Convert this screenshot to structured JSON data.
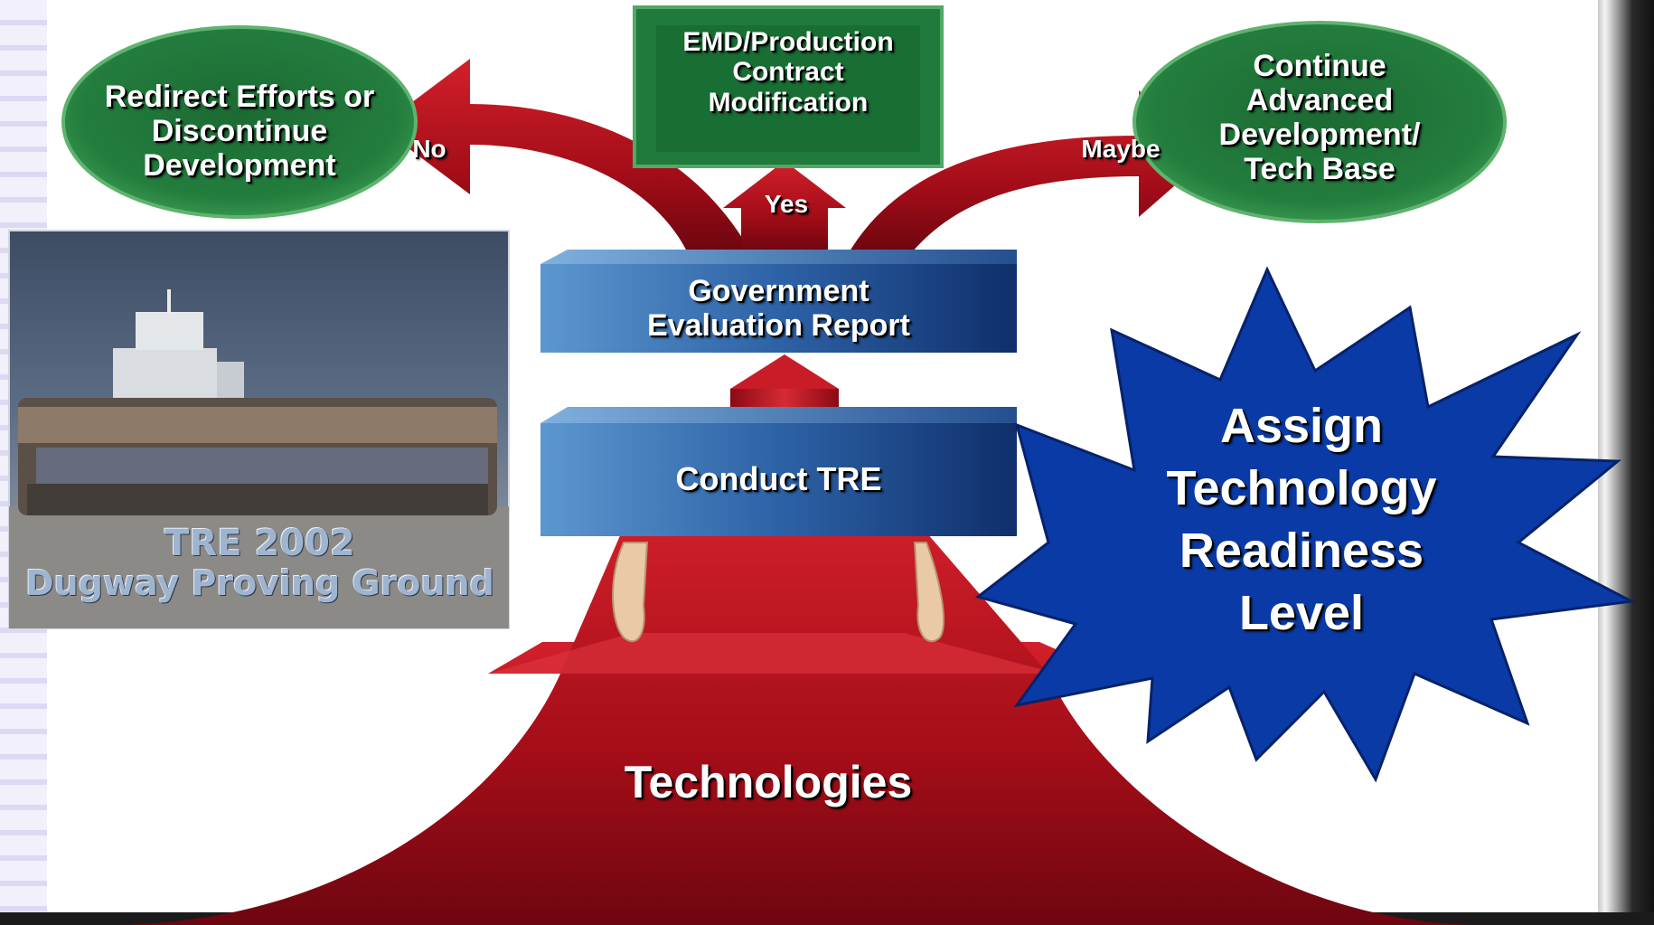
{
  "outcomes": {
    "no": {
      "box": "Redirect Efforts or\nDiscontinue\nDevelopment",
      "arrow": "No"
    },
    "yes": {
      "box": "EMD/Production\nContract\nModification",
      "arrow": "Yes"
    },
    "maybe": {
      "box": "Continue\nAdvanced\nDevelopment/\nTech Base",
      "arrow": "Maybe"
    }
  },
  "steps": {
    "report": "Government\nEvaluation Report",
    "conduct": "Conduct TRE"
  },
  "base": "Technologies",
  "starburst": "Assign\nTechnology\nReadiness\nLevel",
  "photo": {
    "caption_line1": "TRE 2002",
    "caption_line2": "Dugway Proving Ground"
  },
  "colors": {
    "arrow_red": "#b5121b",
    "box_green": "#1e7a3a",
    "step_blue": "#2f6db0",
    "star_blue": "#0a3aa6"
  }
}
